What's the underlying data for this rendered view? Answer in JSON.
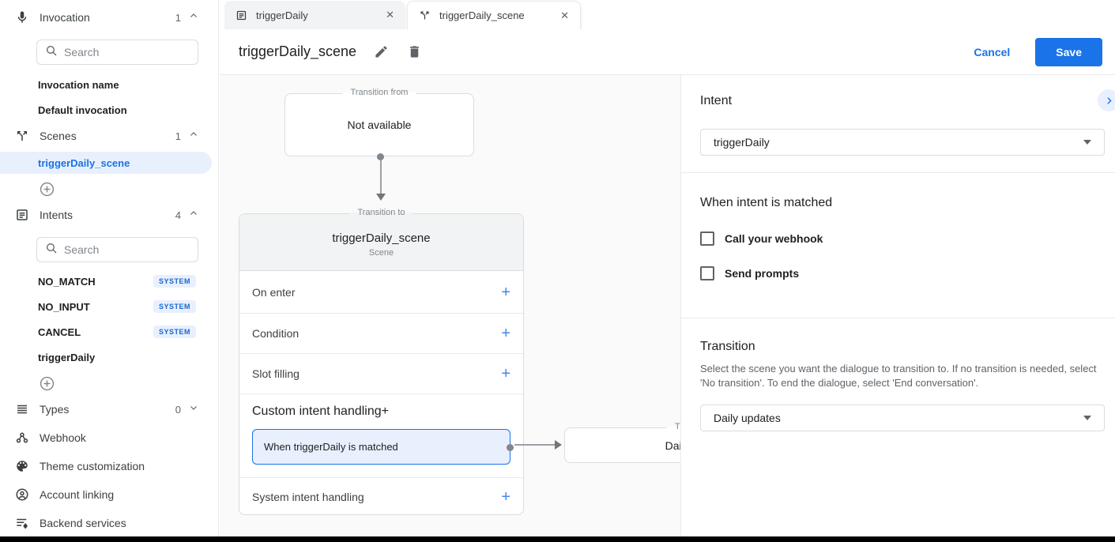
{
  "app": {
    "accent_color": "#1a73e8",
    "selected_bg": "#e8f0fe"
  },
  "glyphs": {
    "plus": "+",
    "close": "✕"
  },
  "sidebar": {
    "invocation": {
      "label": "Invocation",
      "count": "1",
      "search_placeholder": "Search",
      "items": [
        {
          "label": "Invocation name"
        },
        {
          "label": "Default invocation"
        }
      ]
    },
    "scenes": {
      "label": "Scenes",
      "count": "1",
      "items": [
        {
          "label": "triggerDaily_scene",
          "selected": true
        }
      ]
    },
    "intents": {
      "label": "Intents",
      "count": "4",
      "search_placeholder": "Search",
      "items": [
        {
          "label": "NO_MATCH",
          "badge": "SYSTEM"
        },
        {
          "label": "NO_INPUT",
          "badge": "SYSTEM"
        },
        {
          "label": "CANCEL",
          "badge": "SYSTEM"
        },
        {
          "label": "triggerDaily",
          "badge": ""
        }
      ]
    },
    "types": {
      "label": "Types",
      "count": "0"
    },
    "links": [
      {
        "label": "Webhook"
      },
      {
        "label": "Theme customization"
      },
      {
        "label": "Account linking"
      },
      {
        "label": "Backend services"
      }
    ]
  },
  "tabs": [
    {
      "label": "triggerDaily",
      "active": false
    },
    {
      "label": "triggerDaily_scene",
      "active": true
    }
  ],
  "header": {
    "title": "triggerDaily_scene",
    "cancel_label": "Cancel",
    "save_label": "Save"
  },
  "canvas": {
    "from_node": {
      "legend": "Transition from",
      "content": "Not available"
    },
    "scene_node": {
      "legend": "Transition to",
      "title": "triggerDaily_scene",
      "subtitle": "Scene",
      "rows": [
        {
          "label": "On enter"
        },
        {
          "label": "Condition"
        },
        {
          "label": "Slot filling"
        },
        {
          "label": "Custom intent handling"
        },
        {
          "label": "System intent handling"
        }
      ],
      "handler": {
        "label": "When triggerDaily is matched"
      }
    },
    "target_node": {
      "legend": "Transition to",
      "content": "Daily updates"
    }
  },
  "panel": {
    "intent": {
      "heading": "Intent",
      "value": "triggerDaily"
    },
    "matched": {
      "heading": "When intent is matched",
      "options": [
        {
          "label": "Call your webhook",
          "checked": false
        },
        {
          "label": "Send prompts",
          "checked": false
        }
      ]
    },
    "transition": {
      "heading": "Transition",
      "description": "Select the scene you want the dialogue to transition to. If no transition is needed, select 'No transition'. To end the dialogue, select 'End conversation'.",
      "value": "Daily updates"
    }
  }
}
